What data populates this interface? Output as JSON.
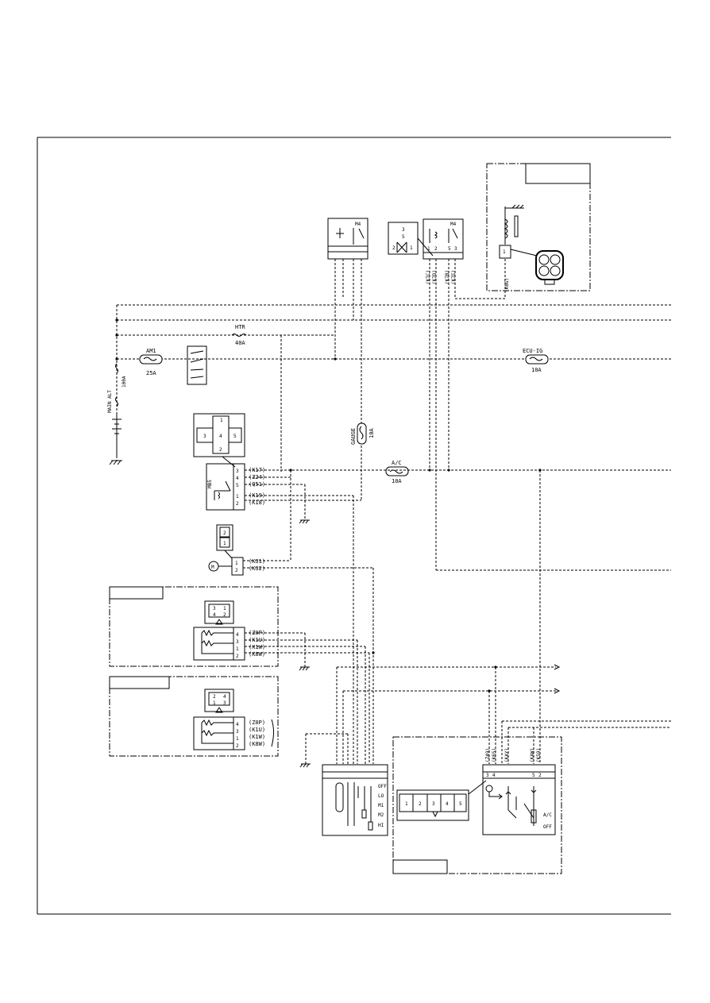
{
  "fuses": [
    {
      "name": "MAIN ALT",
      "amps": "100A"
    },
    {
      "name": "AM1",
      "amps": "25A"
    },
    {
      "name": "HTR",
      "amps": "40A"
    },
    {
      "name": "GAUGE",
      "amps": "10A"
    },
    {
      "name": "A/C",
      "amps": "10A"
    },
    {
      "name": "ECU-IG",
      "amps": "10A"
    }
  ],
  "relay_labels": {
    "top_relay_1": "M4",
    "top_relay_2": "M4",
    "blower_relay": "MB5"
  },
  "relay_pins": {
    "relay2": [
      "1",
      "2",
      "5",
      "3"
    ],
    "diode": [
      "3",
      "5",
      "2",
      "1"
    ]
  },
  "connector_pins": {
    "blower_relay_conn": [
      "1",
      "3",
      "4",
      "5",
      "2"
    ],
    "blower_relay_side": [
      "3",
      "4",
      "5",
      "1",
      "2"
    ],
    "motor_conn": [
      "2",
      "1"
    ],
    "motor_side": [
      "1",
      "2"
    ],
    "motor_symbol": "M",
    "resistor1_conn": [
      "3",
      "1",
      "4",
      "2"
    ],
    "resistor1_pins": [
      "4",
      "3",
      "1",
      "2"
    ],
    "resistor2_conn": [
      "2",
      "4",
      "1",
      "3"
    ],
    "resistor2_pins": [
      "4",
      "3",
      "1",
      "2"
    ],
    "sensor_conn": [
      "1"
    ],
    "control_conn": [
      "1",
      "2",
      "3",
      "4",
      "5"
    ],
    "control_pins_left": [
      "3",
      "4"
    ],
    "control_pins_right": [
      "5",
      "2"
    ]
  },
  "wires": {
    "top_relay2": [
      "(K7C)",
      "(K7D)",
      "(K7B)",
      "(K7E)"
    ],
    "sensor": "(K6G)",
    "blower_relay": [
      "(K17)",
      "(Z24)",
      "(Q51)",
      "(K19)",
      "(K18)"
    ],
    "motor": [
      "(K31)",
      "(K32)"
    ],
    "resistor1": [
      "(Z0P)",
      "(K1U)",
      "(K1W)",
      "(K8W)"
    ],
    "resistor2": [
      "(Z0P)",
      "(K1U)",
      "(K1W)",
      "(K8W)"
    ],
    "control_left": [
      "(Z49)",
      "(K65)",
      "(KAY)"
    ],
    "control_right": [
      "(KAW)",
      "(K59)"
    ]
  },
  "switch_labels": [
    "OFF",
    "LO",
    "M1",
    "M2",
    "HI"
  ],
  "ac_switch_labels": [
    "A/C",
    "OFF"
  ]
}
